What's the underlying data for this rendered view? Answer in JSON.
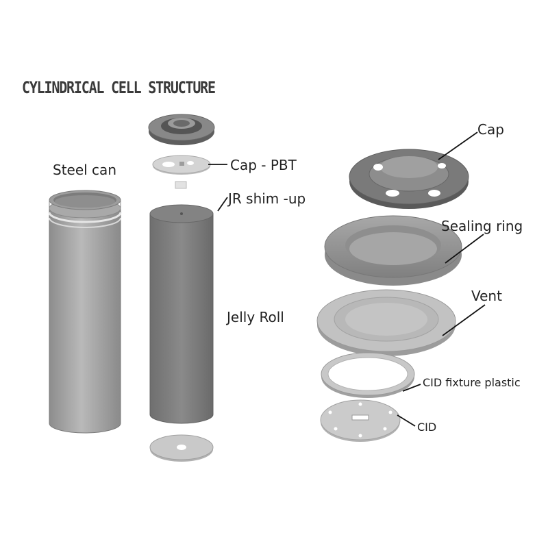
{
  "title": "CYLINDRICAL CELL STRUCTURE",
  "labels": {
    "steel_can": "Steel can",
    "cap_pbt": "Cap - PBT",
    "jr_shim": "JR shim -up",
    "jelly_roll": "Jelly Roll",
    "cap": "Cap",
    "sealing_ring": "Sealing ring",
    "vent": "Vent",
    "cid_fixture": "CID fixture plastic",
    "cid": "CID"
  },
  "colors": {
    "background": "#ffffff",
    "part_dark": "#6e6e6e",
    "part_mid": "#9a9a9a",
    "part_light": "#cfcfcf",
    "text": "#222222"
  }
}
